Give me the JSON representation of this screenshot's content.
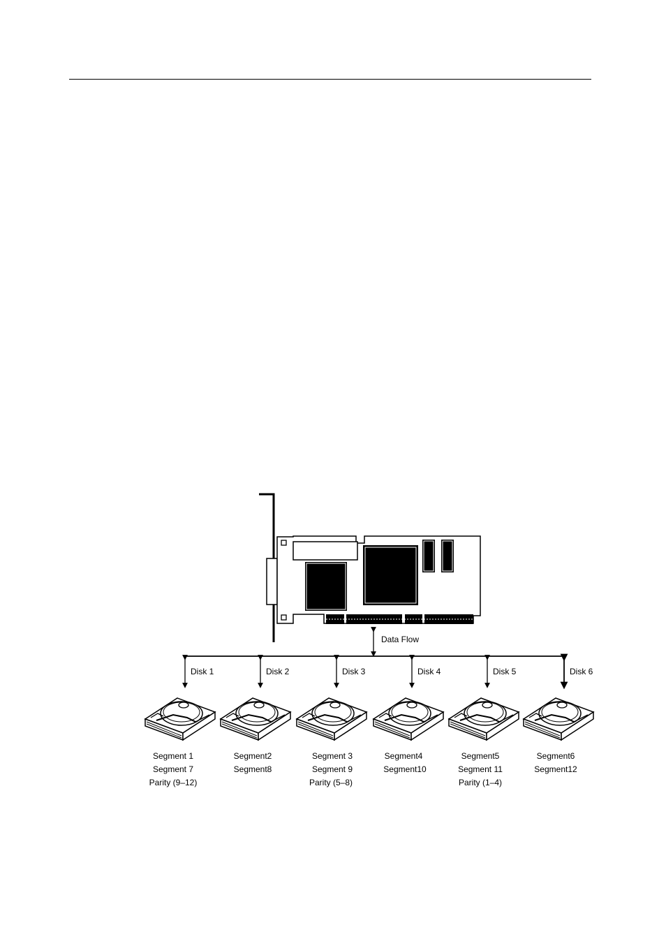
{
  "diagram": {
    "data_flow_label": "Data Flow",
    "disks": [
      {
        "label": "Disk 1",
        "contents": [
          "Segment 1",
          "Segment 7",
          "Parity (9–12)"
        ]
      },
      {
        "label": "Disk 2",
        "contents": [
          "Segment2",
          "Segment8"
        ]
      },
      {
        "label": "Disk 3",
        "contents": [
          "Segment 3",
          "Segment 9",
          "Parity (5–8)"
        ]
      },
      {
        "label": "Disk 4",
        "contents": [
          "Segment4",
          "Segment10"
        ]
      },
      {
        "label": "Disk 5",
        "contents": [
          "Segment5",
          "Segment 11",
          "Parity (1–4)"
        ]
      },
      {
        "label": "Disk 6",
        "contents": [
          "Segment6",
          "Segment12"
        ]
      }
    ]
  }
}
